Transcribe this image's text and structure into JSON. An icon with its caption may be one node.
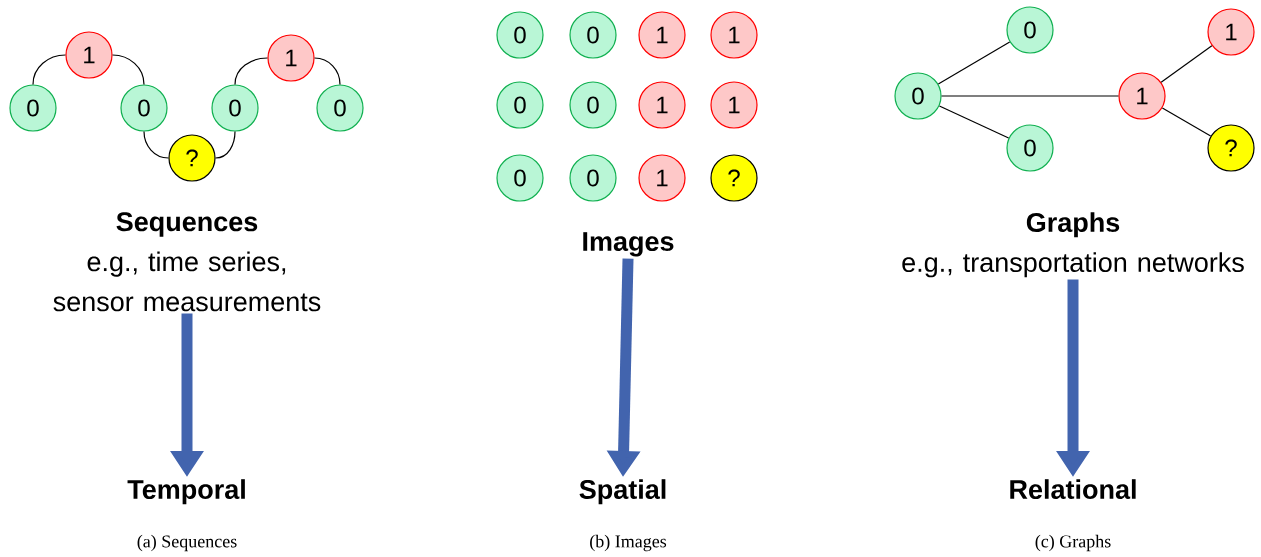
{
  "diagram": {
    "nodes": [
      {
        "text": [
          "0"
        ]
      },
      {
        "text": [
          "1"
        ]
      },
      {
        "text": [
          "0"
        ]
      },
      {
        "text": [
          "?"
        ]
      },
      {
        "text": [
          "0"
        ]
      },
      {
        "text": [
          "1"
        ]
      },
      {
        "text": [
          "0"
        ]
      },
      {
        "text": [
          "0"
        ]
      },
      {
        "text": [
          "0"
        ]
      },
      {
        "text": [
          "1"
        ]
      },
      {
        "text": [
          "1"
        ]
      },
      {
        "text": [
          "0"
        ]
      },
      {
        "text": [
          "0"
        ]
      },
      {
        "text": [
          "1"
        ]
      },
      {
        "text": [
          "1"
        ]
      },
      {
        "text": [
          "0"
        ]
      },
      {
        "text": [
          "0"
        ]
      },
      {
        "text": [
          "1"
        ]
      },
      {
        "text": [
          "?"
        ]
      },
      {
        "text": [
          "0"
        ]
      },
      {
        "text": [
          "0"
        ]
      },
      {
        "text": [
          "0"
        ]
      },
      {
        "text": [
          "1"
        ]
      },
      {
        "text": [
          "1"
        ]
      },
      {
        "text": [
          "?"
        ]
      },
      {
        "text": [
          "Sequences",
          "e.g., time series, sensor measurements"
        ]
      },
      {
        "text": [
          "Images"
        ]
      },
      {
        "text": [
          "Graphs",
          "e.g., transportation networks"
        ]
      },
      {
        "text": [
          "Temporal"
        ]
      },
      {
        "text": [
          "Spatial"
        ]
      },
      {
        "text": [
          "Relational"
        ]
      }
    ],
    "edges": [
      {
        "from": 0,
        "to": 1,
        "arrow": "none"
      },
      {
        "from": 1,
        "to": 2,
        "arrow": "none"
      },
      {
        "from": 2,
        "to": 3,
        "arrow": "none"
      },
      {
        "from": 3,
        "to": 4,
        "arrow": "none"
      },
      {
        "from": 4,
        "to": 5,
        "arrow": "none"
      },
      {
        "from": 5,
        "to": 6,
        "arrow": "none"
      },
      {
        "from": 19,
        "to": 20,
        "arrow": "none"
      },
      {
        "from": 19,
        "to": 21,
        "arrow": "none"
      },
      {
        "from": 19,
        "to": 22,
        "arrow": "none"
      },
      {
        "from": 22,
        "to": 23,
        "arrow": "none"
      },
      {
        "from": 22,
        "to": 24,
        "arrow": "none"
      },
      {
        "from": 25,
        "to": 28,
        "arrow": "to",
        "style": "thick",
        "color": "#4264ae"
      },
      {
        "from": 26,
        "to": 29,
        "arrow": "to",
        "style": "thick",
        "color": "#4264ae"
      },
      {
        "from": 27,
        "to": 30,
        "arrow": "to",
        "style": "thick",
        "color": "#4264ae"
      }
    ],
    "labels": [
      "(a) Sequences",
      "(b) Images",
      "(c) Graphs"
    ]
  }
}
